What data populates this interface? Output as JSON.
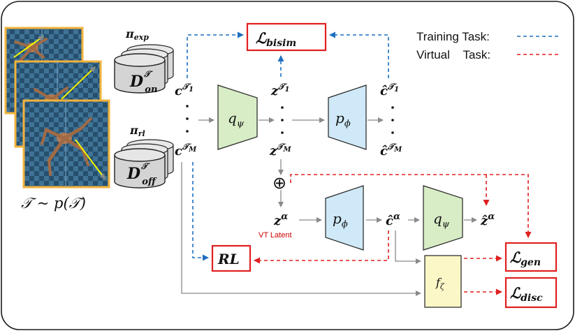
{
  "legend": {
    "training": "Training Task:",
    "virtual": "Virtual    Task:"
  },
  "colors": {
    "training_arrow": "#1f6fbf",
    "virtual_arrow": "#e02020",
    "encoder_fill": "#d8ecc6",
    "decoder_fill": "#cfe9f8",
    "discriminator_fill": "#fbf7c6",
    "loss_border": "#e02020",
    "panel_border": "#f2b33c"
  },
  "task_distribution": "𝒯 ~ p(𝒯)",
  "buffers": [
    {
      "policy": "π",
      "policy_sub": "exp",
      "name": "D",
      "sup": "𝒯",
      "sub": "on"
    },
    {
      "policy": "π",
      "policy_sub": "rl",
      "name": "D",
      "sup": "𝒯",
      "sub": "off"
    }
  ],
  "nodes": {
    "c_T1": {
      "base": "c",
      "sup": "𝒯",
      "supsub": "1"
    },
    "c_TM": {
      "base": "c",
      "sup": "𝒯",
      "supsub": "M"
    },
    "z_T1": {
      "base": "z",
      "sup": "𝒯",
      "supsub": "1"
    },
    "z_TM": {
      "base": "z",
      "sup": "𝒯",
      "supsub": "M"
    },
    "chat_T1": {
      "base": "ĉ",
      "sup": "𝒯",
      "supsub": "1"
    },
    "chat_TM": {
      "base": "ĉ",
      "sup": "𝒯",
      "supsub": "M"
    },
    "z_alpha": {
      "base": "z",
      "sup": "α"
    },
    "chat_alpha": {
      "base": "ĉ",
      "sup": "α"
    },
    "zhat_alpha": {
      "base": "ẑ",
      "sup": "α"
    },
    "combine": "⊕",
    "vt_latent": "VT Latent"
  },
  "modules": {
    "encoder": {
      "base": "q",
      "sub": "ψ"
    },
    "decoder": {
      "base": "p",
      "sub": "ϕ"
    },
    "discriminator": {
      "base": "f",
      "sub": "ζ"
    }
  },
  "losses": {
    "bisim": {
      "base": "ℒ",
      "sub": "bisim"
    },
    "gen": {
      "base": "ℒ",
      "sub": "gen"
    },
    "disc": {
      "base": "ℒ",
      "sub": "disc"
    },
    "rl": "RL"
  }
}
